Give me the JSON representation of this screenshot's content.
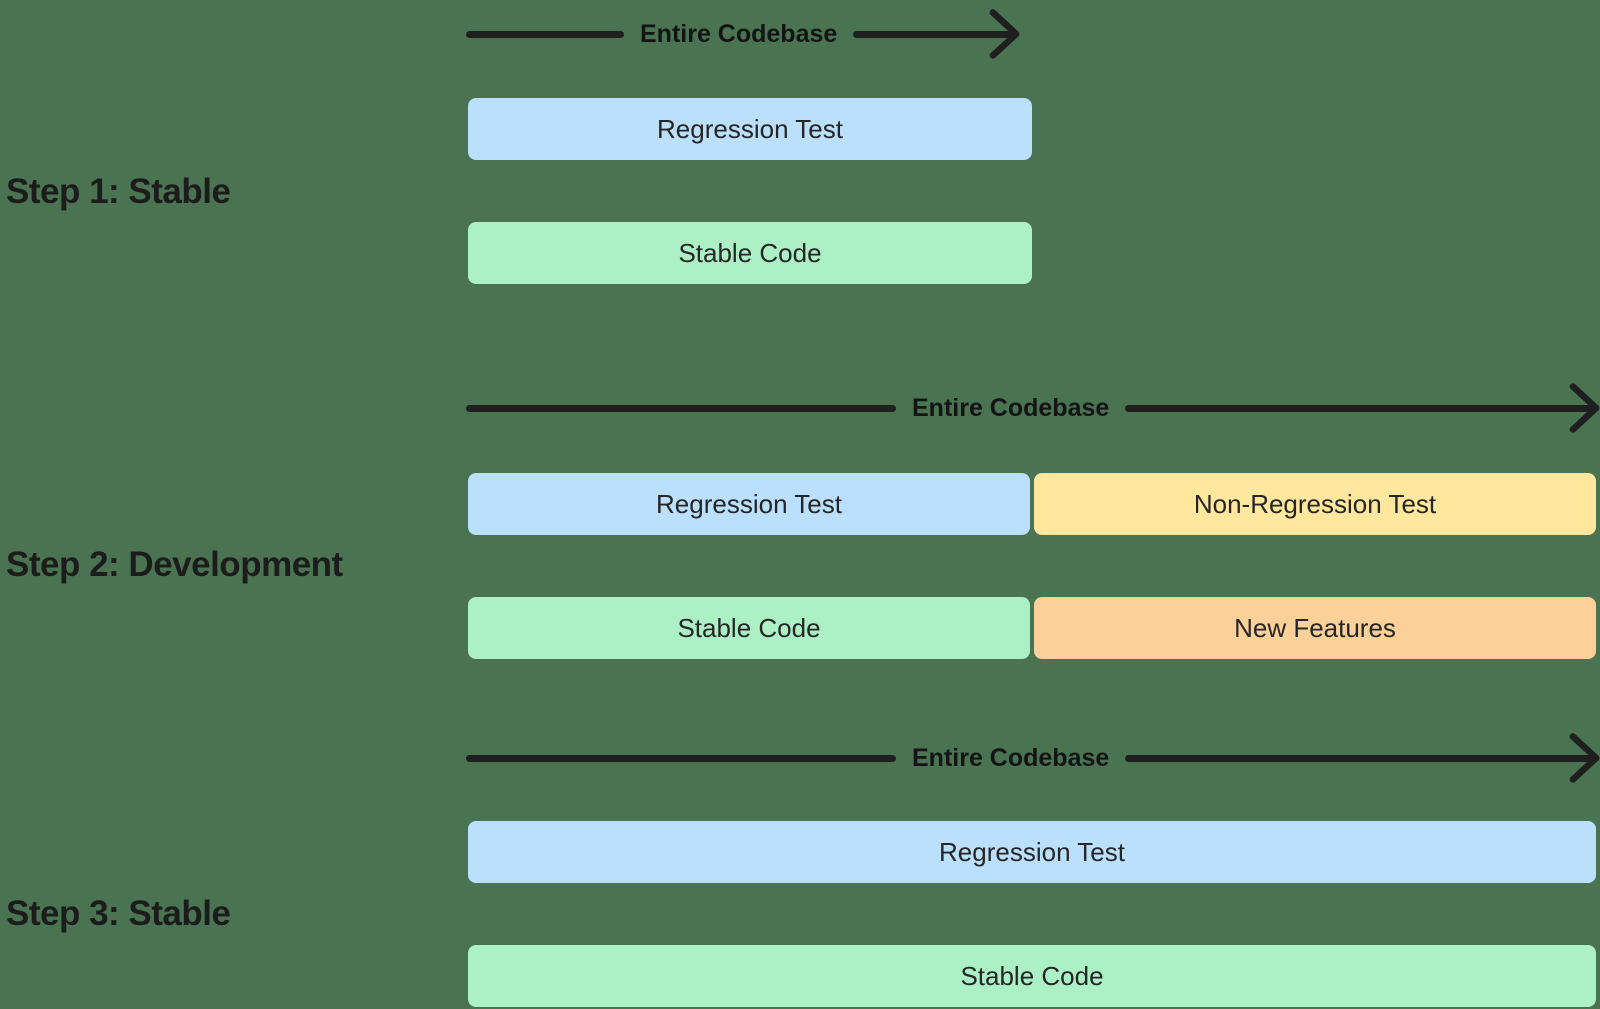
{
  "colors": {
    "background": "#4a7352",
    "arrow": "#1f1f1f",
    "step_label_text": "#1c1c1c",
    "box_text": "#262626",
    "regression_test": "#bae0fd",
    "stable_code": "#acf0c5",
    "non_regression_test": "#ffe79e",
    "new_features": "#fbd099"
  },
  "steps": [
    {
      "label": "Step 1: Stable",
      "arrow_label": "Entire Codebase",
      "rows": [
        {
          "boxes": [
            {
              "label": "Regression Test",
              "color": "#bae0fd"
            }
          ]
        },
        {
          "boxes": [
            {
              "label": "Stable Code",
              "color": "#acf0c5"
            }
          ]
        }
      ]
    },
    {
      "label": "Step 2: Development",
      "arrow_label": "Entire Codebase",
      "rows": [
        {
          "boxes": [
            {
              "label": "Regression Test",
              "color": "#bae0fd"
            },
            {
              "label": "Non-Regression Test",
              "color": "#ffe79e"
            }
          ]
        },
        {
          "boxes": [
            {
              "label": "Stable Code",
              "color": "#acf0c5"
            },
            {
              "label": "New Features",
              "color": "#fbd099"
            }
          ]
        }
      ]
    },
    {
      "label": "Step 3: Stable",
      "arrow_label": "Entire Codebase",
      "rows": [
        {
          "boxes": [
            {
              "label": "Regression Test",
              "color": "#bae0fd"
            }
          ]
        },
        {
          "boxes": [
            {
              "label": "Stable Code",
              "color": "#acf0c5"
            }
          ]
        }
      ]
    }
  ]
}
